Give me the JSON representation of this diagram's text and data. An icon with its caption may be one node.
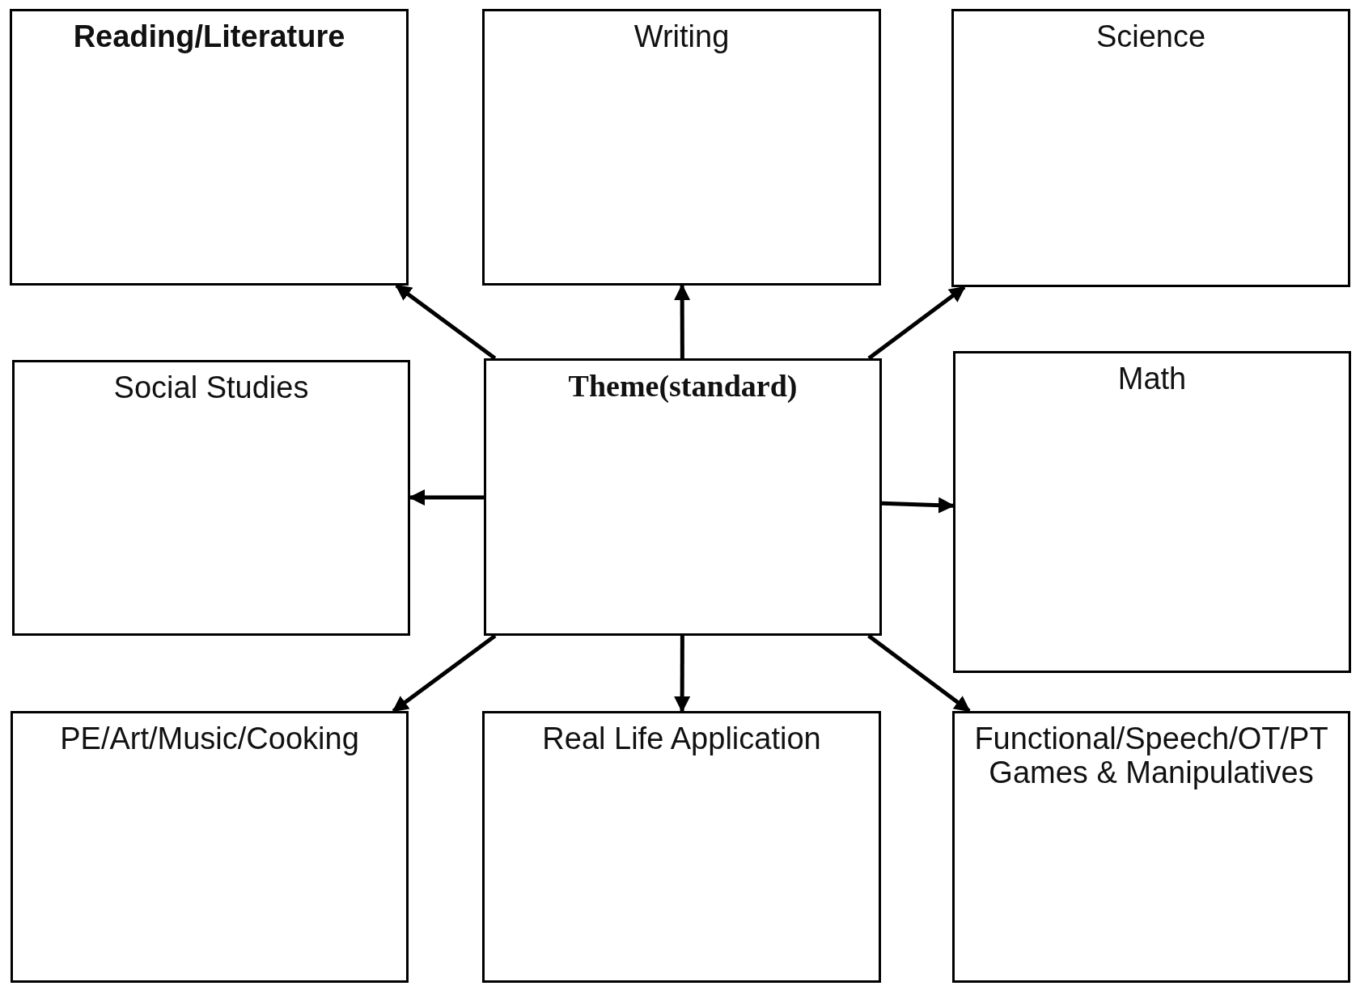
{
  "diagram": {
    "nodes": [
      {
        "text": [
          "Reading/Literature"
        ]
      },
      {
        "text": [
          "Writing"
        ]
      },
      {
        "text": [
          "Science"
        ]
      },
      {
        "text": [
          "Social Studies"
        ]
      },
      {
        "text": [
          "Theme(standard)"
        ]
      },
      {
        "text": [
          "Math"
        ]
      },
      {
        "text": [
          "PE/Art/Music/Cooking"
        ]
      },
      {
        "text": [
          "Real Life Application"
        ]
      },
      {
        "text": [
          "Functional/Speech/OT/PT Games & Manipulatives"
        ]
      }
    ],
    "edges": [
      {
        "from": 4,
        "to": 0,
        "arrow": "to"
      },
      {
        "from": 4,
        "to": 1,
        "arrow": "to"
      },
      {
        "from": 4,
        "to": 2,
        "arrow": "to"
      },
      {
        "from": 4,
        "to": 3,
        "arrow": "to"
      },
      {
        "from": 4,
        "to": 5,
        "arrow": "to"
      },
      {
        "from": 4,
        "to": 6,
        "arrow": "to"
      },
      {
        "from": 4,
        "to": 7,
        "arrow": "to"
      },
      {
        "from": 4,
        "to": 8,
        "arrow": "to"
      }
    ]
  }
}
